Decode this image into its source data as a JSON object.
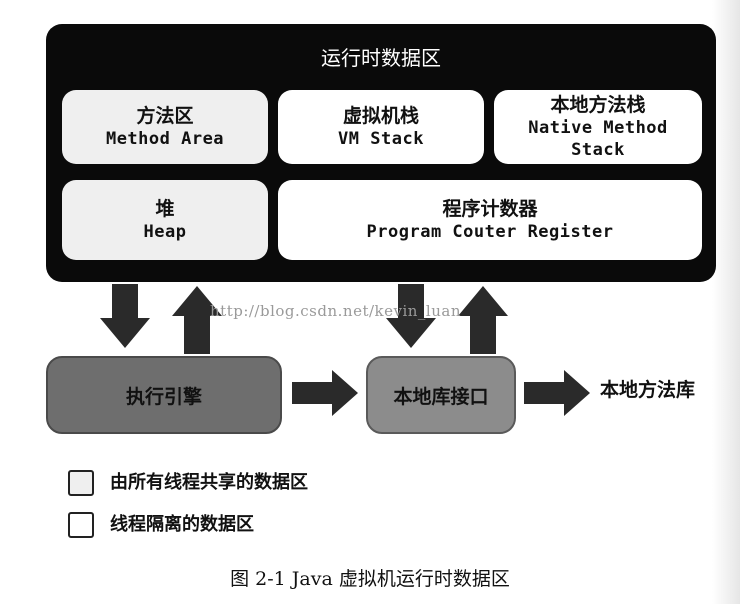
{
  "runtime_area": {
    "title": "运行时数据区",
    "method_area": {
      "zh": "方法区",
      "en": "Method Area"
    },
    "vm_stack": {
      "zh": "虚拟机栈",
      "en": "VM Stack"
    },
    "native_method_stack": {
      "zh": "本地方法栈",
      "en": "Native Method\nStack"
    },
    "heap": {
      "zh": "堆",
      "en": "Heap"
    },
    "program_counter": {
      "zh": "程序计数器",
      "en": "Program Couter Register"
    }
  },
  "execution_engine": "执行引擎",
  "native_interface": "本地库接口",
  "native_library": "本地方法库",
  "watermark": "http://blog.csdn.net/kevin_luan",
  "legend": [
    {
      "label": "由所有线程共享的数据区",
      "fill": "#efefef"
    },
    {
      "label": "线程隔离的数据区",
      "fill": "#ffffff"
    }
  ],
  "caption": "图 2-1   Java 虚拟机运行时数据区"
}
